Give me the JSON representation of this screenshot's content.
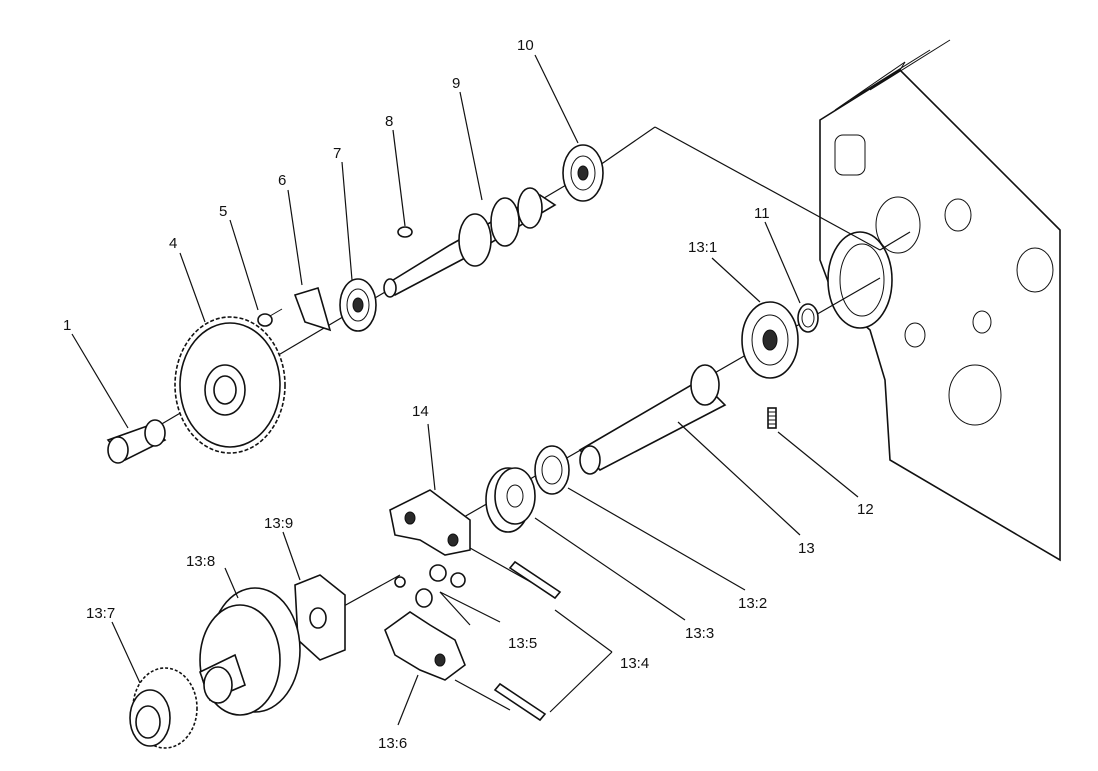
{
  "diagram": {
    "labels": {
      "p1": "1",
      "p4": "4",
      "p5": "5",
      "p6": "6",
      "p7": "7",
      "p8": "8",
      "p9": "9",
      "p10": "10",
      "p11": "11",
      "p12": "12",
      "p13": "13",
      "p13_1": "13:1",
      "p13_2": "13:2",
      "p13_3": "13:3",
      "p13_4": "13:4",
      "p13_5": "13:5",
      "p13_6": "13:6",
      "p13_7": "13:7",
      "p13_8": "13:8",
      "p13_9": "13:9",
      "p14": "14"
    }
  }
}
